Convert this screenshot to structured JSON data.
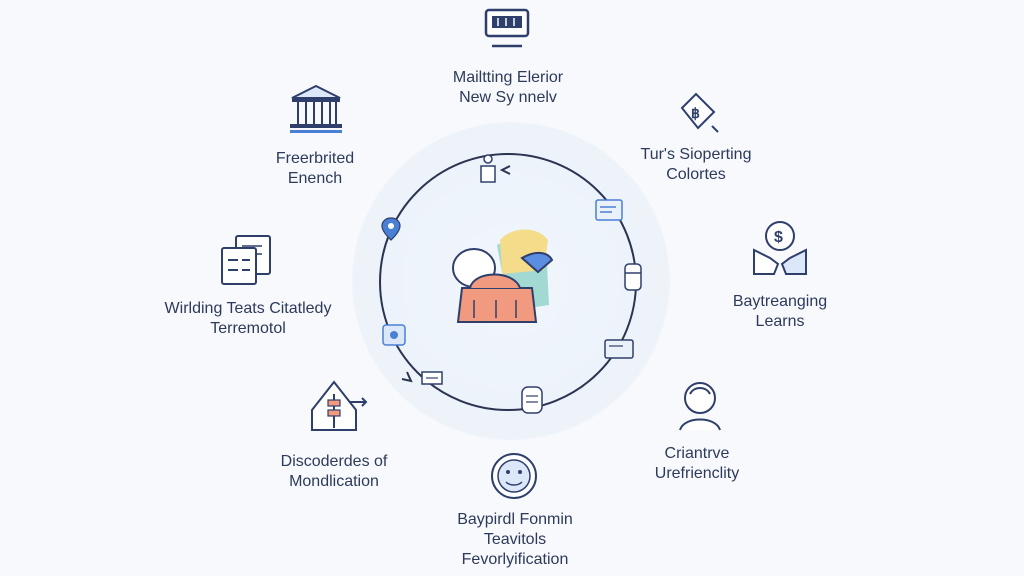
{
  "nodes": [
    {
      "id": "top",
      "lines": [
        "Mailtting Elerior",
        "New Sy nnelv"
      ]
    },
    {
      "id": "top-right",
      "lines": [
        "Tur's Sioperting",
        "Colortes"
      ]
    },
    {
      "id": "right",
      "lines": [
        "Baytreanging",
        "Learns"
      ]
    },
    {
      "id": "bottom-right",
      "lines": [
        "Criantrve",
        "Urefrienclity"
      ]
    },
    {
      "id": "bottom",
      "lines": [
        "Baypirdl Fonmin",
        "Teavitols",
        "Fevorlyification"
      ]
    },
    {
      "id": "bottom-left",
      "lines": [
        "Discoderdes of",
        "Mondlication"
      ]
    },
    {
      "id": "left",
      "lines": [
        "Wirlding Teats Citatledy",
        "Terremotol"
      ]
    },
    {
      "id": "top-left",
      "lines": [
        "Freerbrited",
        "Enench"
      ]
    }
  ],
  "icons": {
    "top": "monitor-icon",
    "top-right": "bitcoin-tag-icon",
    "right": "dollar-hands-icon",
    "bottom-right": "person-avatar-icon",
    "bottom": "globe-face-icon",
    "bottom-left": "tree-building-icon",
    "left": "documents-icon",
    "top-left": "bank-building-icon",
    "center": "hub-illustration-icon"
  },
  "colors": {
    "line": "#2f3f6b",
    "accent_blue": "#4a7fd6",
    "ring": "#2b3552",
    "center_orange": "#f29a7f",
    "center_yellow": "#f4dc8a",
    "center_teal": "#8fd3c8",
    "center_blue": "#5b8ee0"
  }
}
